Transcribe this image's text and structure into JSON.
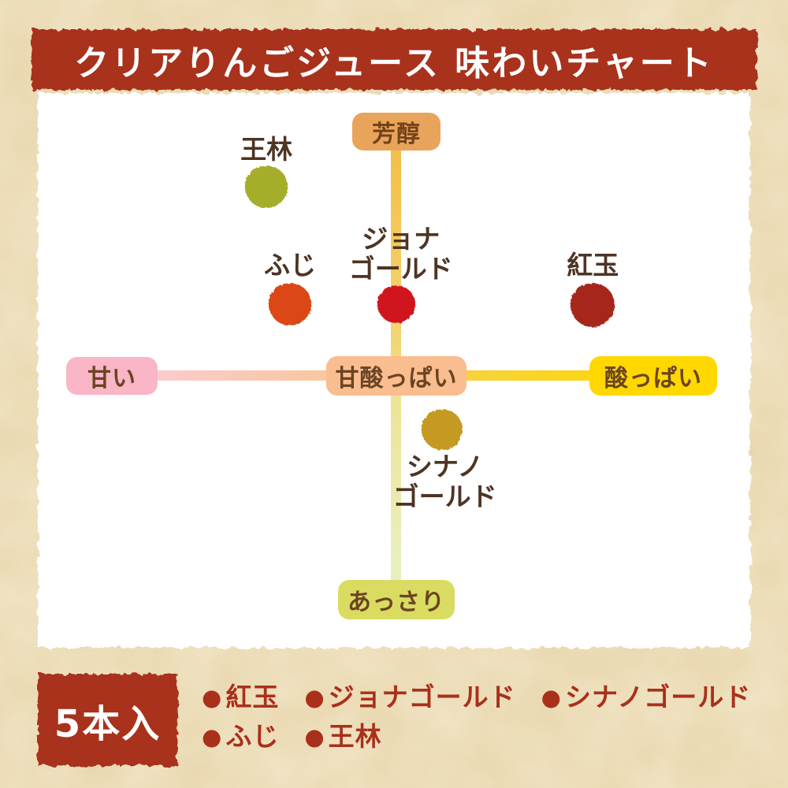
{
  "header": {
    "title": "クリアりんごジュース 味わいチャート"
  },
  "chart_data": {
    "type": "scatter",
    "title": "クリアりんごジュース 味わいチャート",
    "axes": {
      "x": {
        "min_label": "甘い",
        "max_label": "酸っぱい",
        "range": [
          -1,
          1
        ]
      },
      "y": {
        "min_label": "あっさり",
        "max_label": "芳醇",
        "range": [
          -1,
          1
        ]
      },
      "center_label": "甘酸っぱい",
      "grid": false,
      "legend_position": "bottom"
    },
    "axis_boxes": {
      "top": {
        "label": "芳醇",
        "bg": "#E9A45C",
        "fg": "#744219"
      },
      "left": {
        "label": "甘い",
        "bg": "#FAB5C7",
        "fg": "#6B4423"
      },
      "center": {
        "label": "甘酸っぱい",
        "bg": "#F9BD8F",
        "fg": "#6B4423"
      },
      "right": {
        "label": "酸っぱい",
        "bg": "#FFD800",
        "fg": "#6B4423"
      },
      "bottom": {
        "label": "あっさり",
        "bg": "#D9DC61",
        "fg": "#6B4423"
      }
    },
    "points": [
      {
        "name": "王林",
        "label_lines": [
          "王林"
        ],
        "label_pos": "above",
        "color": "#A4AE2A",
        "x": -0.6,
        "y": 0.86,
        "cx_pct": 32.1,
        "cy_pct": 16.9,
        "diameter": 54,
        "label_dx": 0,
        "label_dy": -47
      },
      {
        "name": "ふじ",
        "label_lines": [
          "ふじ"
        ],
        "label_pos": "above",
        "color": "#DC4717",
        "x": -0.49,
        "y": 0.33,
        "cx_pct": 35.4,
        "cy_pct": 38.1,
        "diameter": 54,
        "label_dx": 0,
        "label_dy": -49
      },
      {
        "name": "ジョナゴールド",
        "label_lines": [
          "ジョナ",
          "ゴールド"
        ],
        "label_pos": "above",
        "color": "#D0151E",
        "x": 0.0,
        "y": 0.33,
        "cx_pct": 50.3,
        "cy_pct": 38.1,
        "diameter": 48,
        "label_dx": 6,
        "label_dy": -64
      },
      {
        "name": "紅玉",
        "label_lines": [
          "紅玉"
        ],
        "label_pos": "above",
        "color": "#A7251B",
        "x": 0.91,
        "y": 0.32,
        "cx_pct": 77.9,
        "cy_pct": 38.2,
        "diameter": 56,
        "label_dx": 0,
        "label_dy": -50
      },
      {
        "name": "シナノゴールド",
        "label_lines": [
          "シナノ",
          "ゴールド"
        ],
        "label_pos": "below",
        "color": "#C49A21",
        "x": 0.21,
        "y": -0.24,
        "cx_pct": 56.7,
        "cy_pct": 60.7,
        "diameter": 52,
        "label_dx": 4,
        "label_dy": 66
      }
    ]
  },
  "footer": {
    "pack_label": "5本入",
    "legend_bullet": "●",
    "legend_rows": [
      [
        "紅玉",
        "ジョナゴールド",
        "シナノゴールド"
      ],
      [
        "ふじ",
        "王林"
      ]
    ]
  },
  "colors": {
    "banner_red": "#A8331D",
    "legend_red": "#A9301B",
    "paper_beige": "#EAD8AE",
    "panel_white": "#FFFFFF",
    "variety_label_brown": "#4E3423"
  }
}
